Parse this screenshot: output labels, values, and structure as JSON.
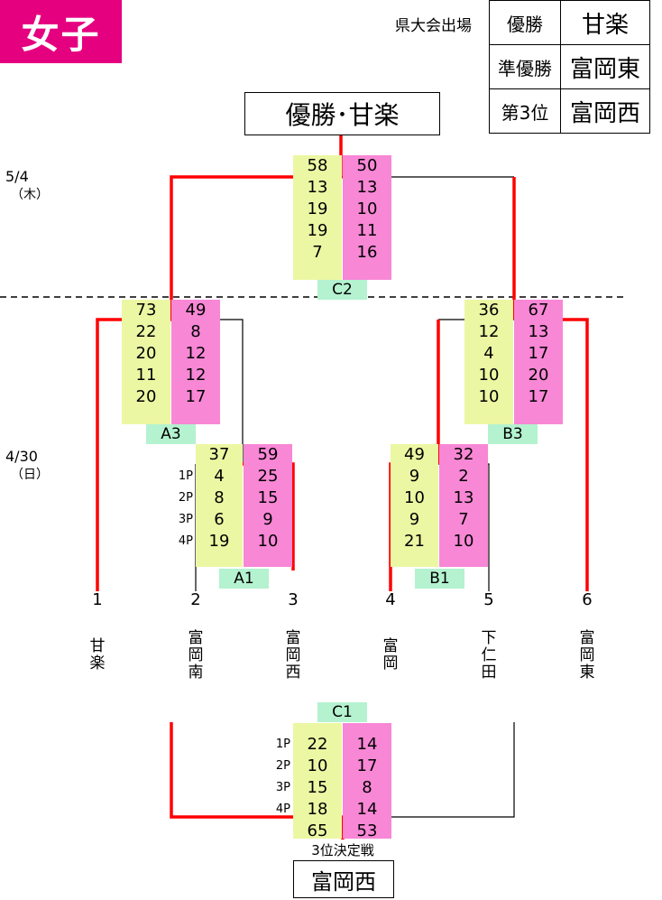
{
  "header": {
    "badge": "女子",
    "results_label": "県大会出場",
    "results": [
      {
        "rank": "優勝",
        "team": "甘楽"
      },
      {
        "rank": "準優勝",
        "team": "富岡東"
      },
      {
        "rank": "第3位",
        "team": "富岡西"
      }
    ]
  },
  "champion_banner": "優勝･甘楽",
  "dates": {
    "final": {
      "date": "5/4",
      "dow": "（木）"
    },
    "prelim": {
      "date": "4/30",
      "dow": "（日）"
    }
  },
  "period_labels": [
    "1P",
    "2P",
    "3P",
    "4P"
  ],
  "games": {
    "C2": {
      "label": "C2",
      "left": {
        "total": "58",
        "periods": [
          "13",
          "19",
          "19",
          "7"
        ]
      },
      "right": {
        "total": "50",
        "periods": [
          "13",
          "10",
          "11",
          "16"
        ]
      }
    },
    "A3": {
      "label": "A3",
      "left": {
        "total": "73",
        "periods": [
          "22",
          "20",
          "11",
          "20"
        ]
      },
      "right": {
        "total": "49",
        "periods": [
          "8",
          "12",
          "12",
          "17"
        ]
      }
    },
    "B3": {
      "label": "B3",
      "left": {
        "total": "36",
        "periods": [
          "12",
          "4",
          "10",
          "10"
        ]
      },
      "right": {
        "total": "67",
        "periods": [
          "13",
          "17",
          "20",
          "17"
        ]
      }
    },
    "A1": {
      "label": "A1",
      "left": {
        "total": "37",
        "periods": [
          "4",
          "8",
          "6",
          "19"
        ]
      },
      "right": {
        "total": "59",
        "periods": [
          "25",
          "15",
          "9",
          "10"
        ]
      }
    },
    "B1": {
      "label": "B1",
      "left": {
        "total": "49",
        "periods": [
          "9",
          "10",
          "9",
          "21"
        ]
      },
      "right": {
        "total": "32",
        "periods": [
          "2",
          "13",
          "7",
          "10"
        ]
      }
    },
    "C1": {
      "label": "C1",
      "left": {
        "total": "65",
        "periods": [
          "22",
          "10",
          "15",
          "18"
        ]
      },
      "right": {
        "total": "53",
        "periods": [
          "14",
          "17",
          "8",
          "14"
        ]
      }
    }
  },
  "teams": [
    {
      "no": "1",
      "name": "甘楽"
    },
    {
      "no": "2",
      "name": "富岡南"
    },
    {
      "no": "3",
      "name": "富岡西"
    },
    {
      "no": "4",
      "name": "富岡"
    },
    {
      "no": "5",
      "name": "下仁田"
    },
    {
      "no": "6",
      "name": "富岡東"
    }
  ],
  "third_place": {
    "label": "3位決定戦",
    "winner": "富岡西"
  },
  "colors": {
    "badge": "#e4007f",
    "winner_line": "#ff0000",
    "green_cell": "#ecf7a3",
    "pink_cell": "#f887d6",
    "tag": "#b4f2d0"
  }
}
